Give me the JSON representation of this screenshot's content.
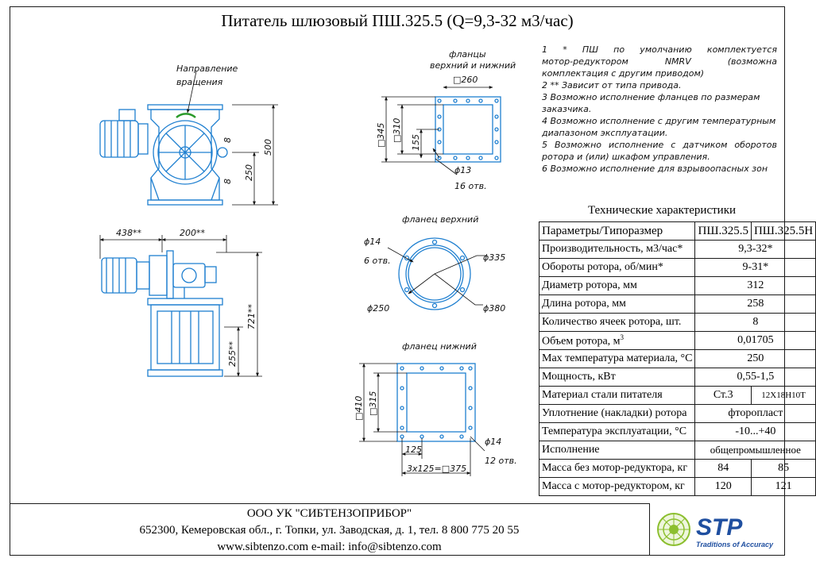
{
  "title": "Питатель шлюзовый ПШ.325.5 (Q=9,3-32 м3/час)",
  "drawing_labels": {
    "rotation_1": "Направление",
    "rotation_2": "вращения",
    "dim_500": "500",
    "dim_250": "250",
    "dim_8a": "8",
    "dim_8b": "8",
    "dim_438": "438**",
    "dim_200": "200**",
    "dim_721": "721**",
    "dim_255": "255**",
    "flanges_1": "фланцы",
    "flanges_2": "верхний и нижний",
    "sq260": "□260",
    "sq345": "□345",
    "sq310": "□310",
    "d155": "155",
    "d13": "ϕ13",
    "holes16": "16 отв.",
    "upper_flange": "фланец верхний",
    "d14a": "ϕ14",
    "holes6": "6 отв.",
    "d335": "ϕ335",
    "d250": "ϕ250",
    "d380": "ϕ380",
    "lower_flange": "фланец нижний",
    "sq410": "□410",
    "sq315": "□315",
    "d14b": "ϕ14",
    "holes12": "12 отв.",
    "d125": "125",
    "d3x125": "3x125=□375"
  },
  "notes": [
    "1 * ПШ по умолчанию комплектуется",
    "мотор-редуктором NMRV (возможна",
    "комплектация с другим приводом)",
    "2 ** Зависит от типа привода.",
    "3 Возможно исполнение фланцев по размерам",
    "заказчика.",
    "4 Возможно исполнение с другим температурным",
    "диапазоном эксплуатации.",
    "5 Возможно исполнение с датчиком оборотов",
    "ротора и (или) шкафом управления.",
    "6 Возможно исполнение для взрывоопасных зон"
  ],
  "spec": {
    "title": "Технические характеристики",
    "header": {
      "param": "Параметры/Типоразмер",
      "col1": "ПШ.325.5",
      "col2": "ПШ.325.5Н"
    },
    "rows": [
      {
        "param": "Производительность, м3/час*",
        "value": "9,3-32*"
      },
      {
        "param": "Обороты ротора, об/мин*",
        "value": "9-31*"
      },
      {
        "param": "Диаметр ротора, мм",
        "value": "312"
      },
      {
        "param": "Длина ротора, мм",
        "value": "258"
      },
      {
        "param": "Количество ячеек ротора, шт.",
        "value": "8"
      },
      {
        "param": "Объем ротора, м",
        "sup": "3",
        "value": "0,01705"
      },
      {
        "param": "Max температура материала, °С",
        "value": "250"
      },
      {
        "param": "Мощность, кВт",
        "value": "0,55-1,5"
      },
      {
        "param": "Материал стали питателя",
        "v1": "Ст.3",
        "v2": "12Х18Н10Т"
      },
      {
        "param": "Уплотнение (накладки) ротора",
        "value": "фторопласт"
      },
      {
        "param": "Температура эксплуатации, °С",
        "value": "-10...+40"
      },
      {
        "param": "Исполнение",
        "value": "общепромышленное"
      },
      {
        "param": "Масса без мотор-редуктора, кг",
        "v1": "84",
        "v2": "85"
      },
      {
        "param": "Масса с мотор-редуктором, кг",
        "v1": "120",
        "v2": "121"
      }
    ]
  },
  "footer": {
    "company": "ООО УК \"СИБТЕНЗОПРИБОР\"",
    "address": "652300, Кемеровская обл., г. Топки, ул. Заводская, д. 1, тел. 8 800 775 20 55",
    "web": "www.sibtenzo.com e-mail: info@sibtenzo.com"
  },
  "logo": {
    "name": "STP",
    "tagline": "Traditions of Accuracy"
  },
  "colors": {
    "drawing": "#1e7fd0",
    "dim": "#111111",
    "frame": "#1a1a1a",
    "logo_blue": "#1f4fa0",
    "logo_green": "#8cbf2f"
  }
}
